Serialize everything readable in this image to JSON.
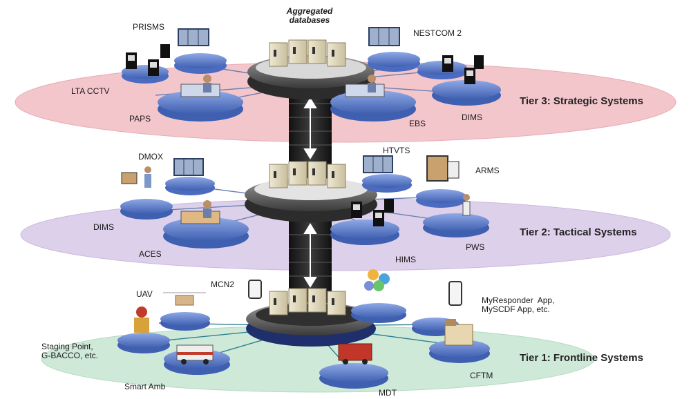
{
  "tiers": {
    "tier3": "Tier 3: Strategic Systems",
    "tier2": "Tier 2: Tactical  Systems",
    "tier1": "Tier 1: Frontline Systems"
  },
  "hub_label": "Aggregated\ndatabases",
  "labels": {
    "prisms": "PRISMS",
    "nestcom": "NESTCOM 2",
    "lta_cctv": "LTA CCTV",
    "paps": "PAPS",
    "ebs": "EBS",
    "dims_t3": "DIMS",
    "dmox": "DMOX",
    "htvts": "HTVTS",
    "arms": "ARMS",
    "dims_t2": "DIMS",
    "aces": "ACES",
    "pws": "PWS",
    "hims": "HIMS",
    "uav": "UAV",
    "mcn2": "MCN2",
    "myresponder": "MyResponder  App,\nMySCDF App, etc.",
    "staging": "Staging Point,\nG-BACCO, etc.",
    "smart_amb": "Smart Amb",
    "mdt": "MDT",
    "cftm": "CFTM"
  },
  "colors": {
    "tier3_plane": "#f3c6cc",
    "tier2_plane": "#ddd0ea",
    "tier1_plane": "#cfe9d9",
    "disc_blue": "#5a7fd0",
    "column": "#2a2a2a"
  },
  "icons": [
    "server-rack-icon",
    "video-wall-icon",
    "computer-tower-icon",
    "operator-desk-icon",
    "screen-icon",
    "person-icon",
    "drone-icon",
    "firefighter-icon",
    "ambulance-icon",
    "fire-engine-icon",
    "building-icon",
    "smartphone-icon",
    "radio-icon",
    "people-group-icon"
  ]
}
